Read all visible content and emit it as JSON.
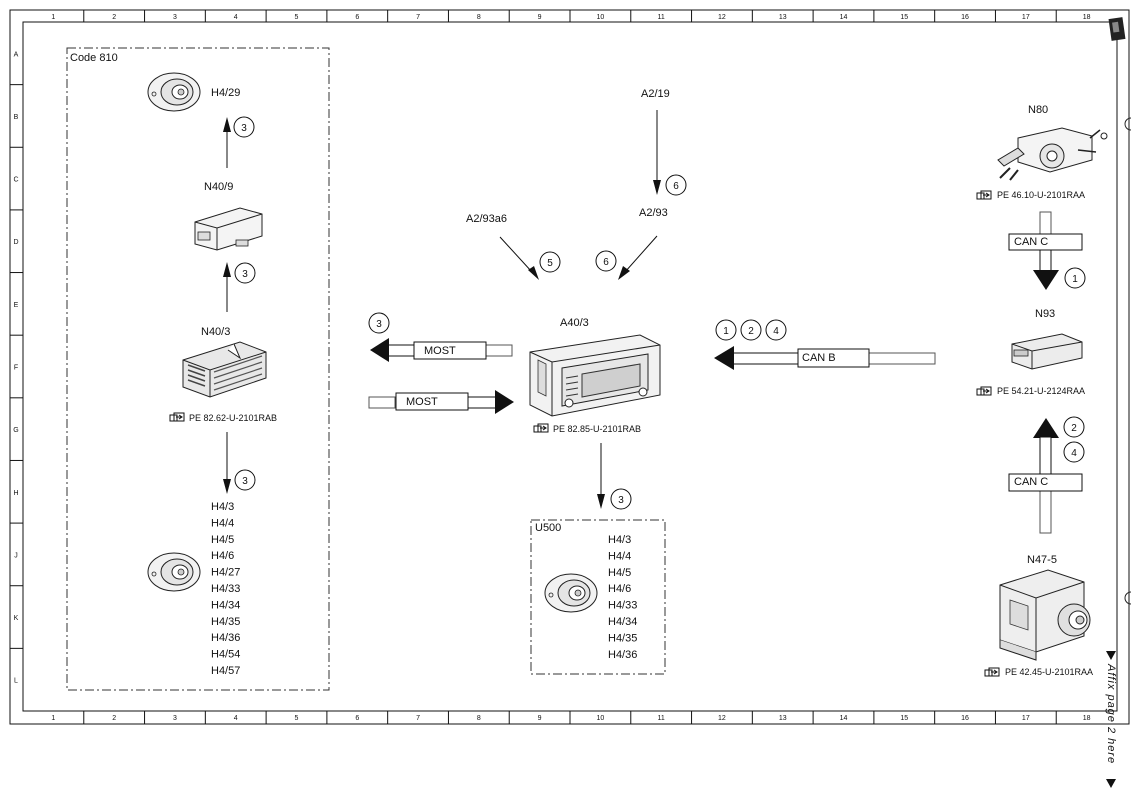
{
  "ruler": {
    "columns": [
      "1",
      "2",
      "3",
      "4",
      "5",
      "6",
      "7",
      "8",
      "9",
      "10",
      "11",
      "12",
      "13",
      "14",
      "15",
      "16",
      "17",
      "18"
    ],
    "rows": [
      "A",
      "B",
      "C",
      "D",
      "E",
      "F",
      "G",
      "H",
      "J",
      "K",
      "L"
    ]
  },
  "code_box_label": "Code 810",
  "components": {
    "h4_29": "H4/29",
    "n40_9": "N40/9",
    "n40_3": "N40/3",
    "a40_3": "A40/3",
    "a2_19": "A2/19",
    "a2_93": "A2/93",
    "a2_93a6": "A2/93a6",
    "n80": "N80",
    "n93": "N93",
    "n47_5": "N47-5",
    "u500": "U500"
  },
  "refs": {
    "n40_3": "PE 82.62-U-2101RAB",
    "a40_3": "PE 82.85-U-2101RAB",
    "n80": "PE 46.10-U-2101RAA",
    "n93": "PE 54.21-U-2124RAA",
    "n47_5": "PE 42.45-U-2101RAA"
  },
  "bus_labels": {
    "most_out": "MOST",
    "most_in": "MOST",
    "can_b": "CAN B",
    "can_c_top": "CAN C",
    "can_c_bottom": "CAN C"
  },
  "markers": {
    "m1": "3",
    "m2": "3",
    "m3": "3",
    "m4": "3",
    "m5": "5",
    "m6": "6",
    "m7": "6",
    "m8": "1",
    "m9": "2",
    "m10": "4",
    "m11": "3",
    "m12": "1",
    "m13": "2",
    "m14": "4"
  },
  "speaker_list_left": [
    "H4/3",
    "H4/4",
    "H4/5",
    "H4/6",
    "H4/27",
    "H4/33",
    "H4/34",
    "H4/35",
    "H4/36",
    "H4/54",
    "H4/57"
  ],
  "speaker_list_u500": [
    "H4/3",
    "H4/4",
    "H4/5",
    "H4/6",
    "H4/33",
    "H4/34",
    "H4/35",
    "H4/36"
  ],
  "affix_note": "Affix page 2 here"
}
